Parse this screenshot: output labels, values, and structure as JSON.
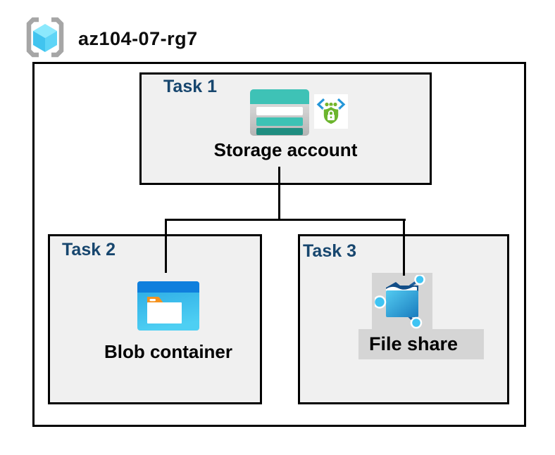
{
  "header": {
    "resource_group_name": "az104-07-rg7"
  },
  "diagram": {
    "tasks": [
      {
        "label": "Task 1",
        "item": "Storage account"
      },
      {
        "label": "Task 2",
        "item": "Blob container"
      },
      {
        "label": "Task 3",
        "item": "File share"
      }
    ],
    "connections": [
      {
        "from": "Storage account",
        "to": "Blob container"
      },
      {
        "from": "Storage account",
        "to": "File share"
      }
    ]
  },
  "icons": {
    "resource_group": "resource-group-icon",
    "storage_account": "storage-account-icon",
    "code_security": "code-security-icon",
    "blob_container": "blob-container-icon",
    "file_share": "file-share-icon"
  },
  "colors": {
    "task_label": "#17466e",
    "task_box_bg": "#f0f0f0",
    "outline": "#000000",
    "bracket_gray": "#a6a6a6",
    "cube_top": "#8ce9fd",
    "cube_left": "#41c4ef",
    "cube_right": "#5ed5f7",
    "storage_teal": "#3ec2b6",
    "storage_teal_mid": "#3dc2b4",
    "storage_teal_dark": "#1f8d80",
    "security_green": "#6cb52e",
    "code_bracket_blue": "#2496d8",
    "blob_titlebar_blue": "#0f7fdd",
    "blob_body_blue": "#35b9ea",
    "blob_tab_orange": "#f5921e",
    "fileshare_folder_light": "#53cbf1",
    "fileshare_folder_dark": "#1a7cbe",
    "fileshare_back_navy": "#114d87",
    "node_cyan": "#3fc4f3",
    "icon_backdrop_gray": "#d5d5d5"
  }
}
